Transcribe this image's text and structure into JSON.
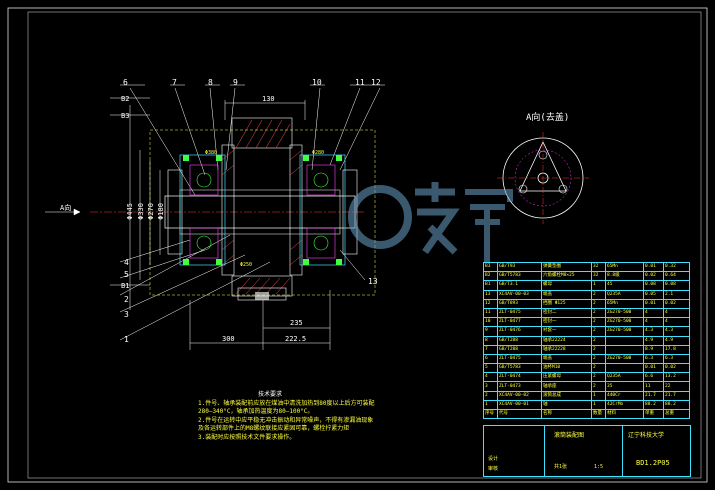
{
  "view_title": "A向(去盖)",
  "arrow_label": "A向",
  "part_numbers": [
    "1",
    "2",
    "3",
    "4",
    "5",
    "6",
    "7",
    "8",
    "9",
    "10",
    "11",
    "12",
    "13"
  ],
  "part_letters": [
    "B1",
    "B2",
    "B3"
  ],
  "dimensions": {
    "top": "130",
    "bottom_a": "235",
    "bottom_b": "300",
    "bottom_c": "222.5",
    "left_a": "Φ445",
    "left_b": "Φ330",
    "left_c": "Φ270",
    "left_d": "Φ180",
    "small_a": "Φ380",
    "small_b": "Φ280",
    "small_c": "Φ250"
  },
  "notes": {
    "heading": "技术要求",
    "lines": [
      "1.件号、轴承装配前应放在煤油中清洗加热到80度以上后方可装配",
      "280—340°C，轴承加热温度为80—100°C。",
      "2.件号在运转中应平稳无冲击振动和异常噪声，不得有渗漏油现象",
      "及各运转部件上的M8螺纹联接应紧固可靠，螺栓拧紧力矩",
      "3.装配时应按照技术文件要求操作。"
    ]
  },
  "bom_rows": [
    [
      "B3",
      "GB/T93",
      "弹簧垫圈",
      "32",
      "65Mn",
      "0.01",
      "0.32"
    ],
    [
      "B2",
      "GB/T5783",
      "六角螺栓M8×25",
      "32",
      "8.8级",
      "0.02",
      "0.64"
    ],
    [
      "B1",
      "GB/T3.1",
      "螺母",
      "1",
      "45",
      "0.08",
      "0.08"
    ],
    [
      "13",
      "XC4AV-00-03",
      "端盖",
      "2",
      "Q235A",
      "0.05",
      "2.1"
    ],
    [
      "12",
      "GB/T893",
      "挡圈 Φ125",
      "2",
      "65Mn",
      "0.01",
      "0.02"
    ],
    [
      "11",
      "ZLT-0475",
      "密封二",
      "2",
      "ZG270-500",
      "4",
      "4"
    ],
    [
      "10",
      "ZLT-0477",
      "密封一",
      "2",
      "ZG270-500",
      "4",
      "4"
    ],
    [
      "9",
      "ZLT-0476",
      "衬套一",
      "2",
      "ZG270-500",
      "4.3",
      "4.3"
    ],
    [
      "8",
      "GB/T288",
      "轴承22224",
      "2",
      "",
      "4.9",
      "4.9"
    ],
    [
      "7",
      "GB/T288",
      "轴承22228",
      "2",
      "",
      "8.9",
      "17.8"
    ],
    [
      "6",
      "ZLT-0475",
      "端盖",
      "2",
      "ZG270-500",
      "6.3",
      "6.3"
    ],
    [
      "5",
      "GB/T5783",
      "油杯M10",
      "2",
      "",
      "0.01",
      "0.02"
    ],
    [
      "4",
      "ZLT-0474",
      "压紧螺母",
      "2",
      "Q235A",
      "6.6",
      "13.2"
    ],
    [
      "3",
      "ZLT-0473",
      "轴承座",
      "2",
      "35",
      "11",
      "22"
    ],
    [
      "2",
      "XC4AV-00-02",
      "滚筒总成",
      "1",
      "440Cr",
      "21.7",
      "21.7"
    ],
    [
      "1",
      "XC4AV-00-01",
      "轴",
      "1",
      "42CrMo",
      "88.2",
      "88.2"
    ],
    [
      "序号",
      "代号",
      "名称",
      "数量",
      "材料",
      "单重",
      "总重"
    ]
  ],
  "title_block": {
    "drawing_name": "滚筒装配图",
    "school": "辽宁科技大学",
    "code": "BD1.2P05",
    "scale": "1:5",
    "sheet": "共1张",
    "designer": "设计",
    "checker": "审核"
  }
}
